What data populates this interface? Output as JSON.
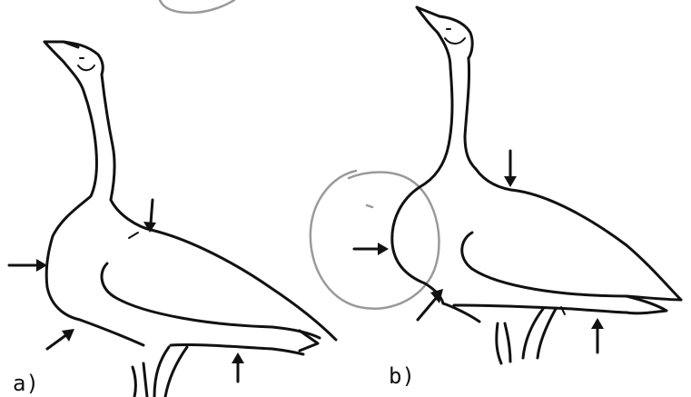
{
  "panels": [
    {
      "id": "a",
      "label": "a)"
    },
    {
      "id": "b",
      "label": "b)"
    }
  ],
  "colors": {
    "ink": "#111111",
    "pencil_circle": "#9a9a9a",
    "background": "#ffffff"
  }
}
